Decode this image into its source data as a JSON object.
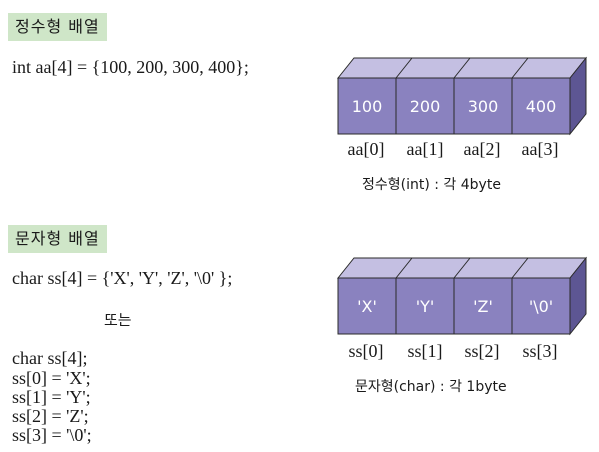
{
  "int_section": {
    "heading": "정수형 배열",
    "declaration": "int aa[4] = {100, 200, 300, 400};",
    "cells": [
      "100",
      "200",
      "300",
      "400"
    ],
    "indices": [
      "aa[0]",
      "aa[1]",
      "aa[2]",
      "aa[3]"
    ],
    "caption": "정수형(int) : 각  4byte"
  },
  "char_section": {
    "heading": "문자형 배열",
    "declaration": "char ss[4] = {'X', 'Y', 'Z', '\\0' };",
    "or_text": "또는",
    "code_lines": [
      "char ss[4];",
      "ss[0] = 'X';",
      "ss[1] = 'Y';",
      "ss[2] = 'Z';",
      "ss[3] = '\\0';"
    ],
    "cells": [
      "'X'",
      "'Y'",
      "'Z'",
      "'\\0'"
    ],
    "indices": [
      "ss[0]",
      "ss[1]",
      "ss[2]",
      "ss[3]"
    ],
    "caption": "문자형(char) : 각  1byte"
  },
  "colors": {
    "box_front": "#8a82bf",
    "box_top": "#c4bfe2",
    "box_side": "#5d5693",
    "heading_bg": "#cfe6c8"
  }
}
